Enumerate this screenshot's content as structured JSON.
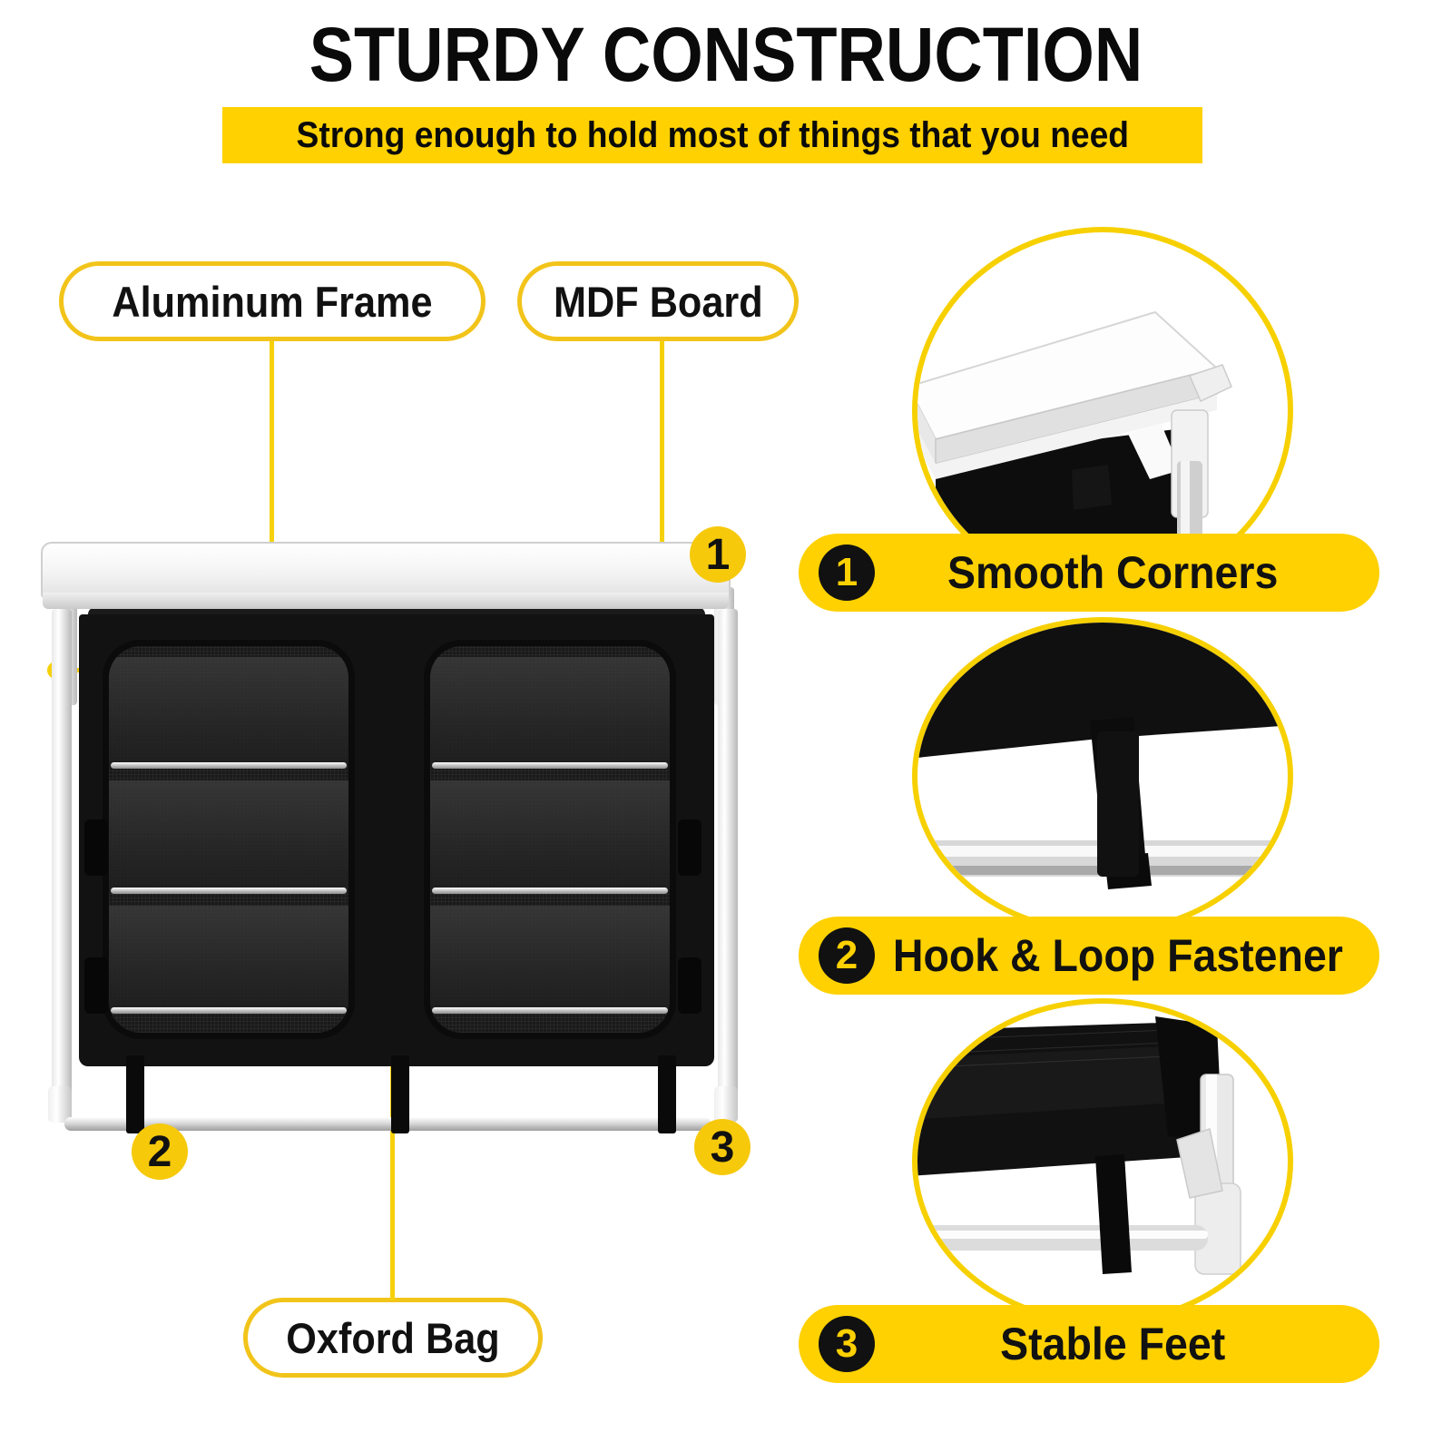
{
  "header": {
    "title": "STURDY CONSTRUCTION",
    "subtitle": "Strong enough to hold most of things that you need"
  },
  "colors": {
    "accent_yellow": "#FFD100",
    "pill_border_yellow": "#F2C41A",
    "leader_yellow": "#F6D10B",
    "badge_yellow": "#F6C90B",
    "text_black": "#111111",
    "fabric_black": "#121212"
  },
  "product": {
    "name": "camping-kitchen-table",
    "callouts": [
      {
        "id": "aluminum-frame",
        "label": "Aluminum Frame"
      },
      {
        "id": "mdf-board",
        "label": "MDF Board"
      },
      {
        "id": "oxford-bag",
        "label": "Oxford Bag"
      }
    ],
    "badges": [
      {
        "number": "1"
      },
      {
        "number": "2"
      },
      {
        "number": "3"
      }
    ]
  },
  "features": [
    {
      "number": "1",
      "label": "Smooth Corners",
      "detail_icon": "table-corner-detail-icon"
    },
    {
      "number": "2",
      "label": "Hook & Loop Fastener",
      "detail_icon": "velcro-strap-detail-icon"
    },
    {
      "number": "3",
      "label": "Stable Feet",
      "detail_icon": "leg-foot-detail-icon"
    }
  ]
}
